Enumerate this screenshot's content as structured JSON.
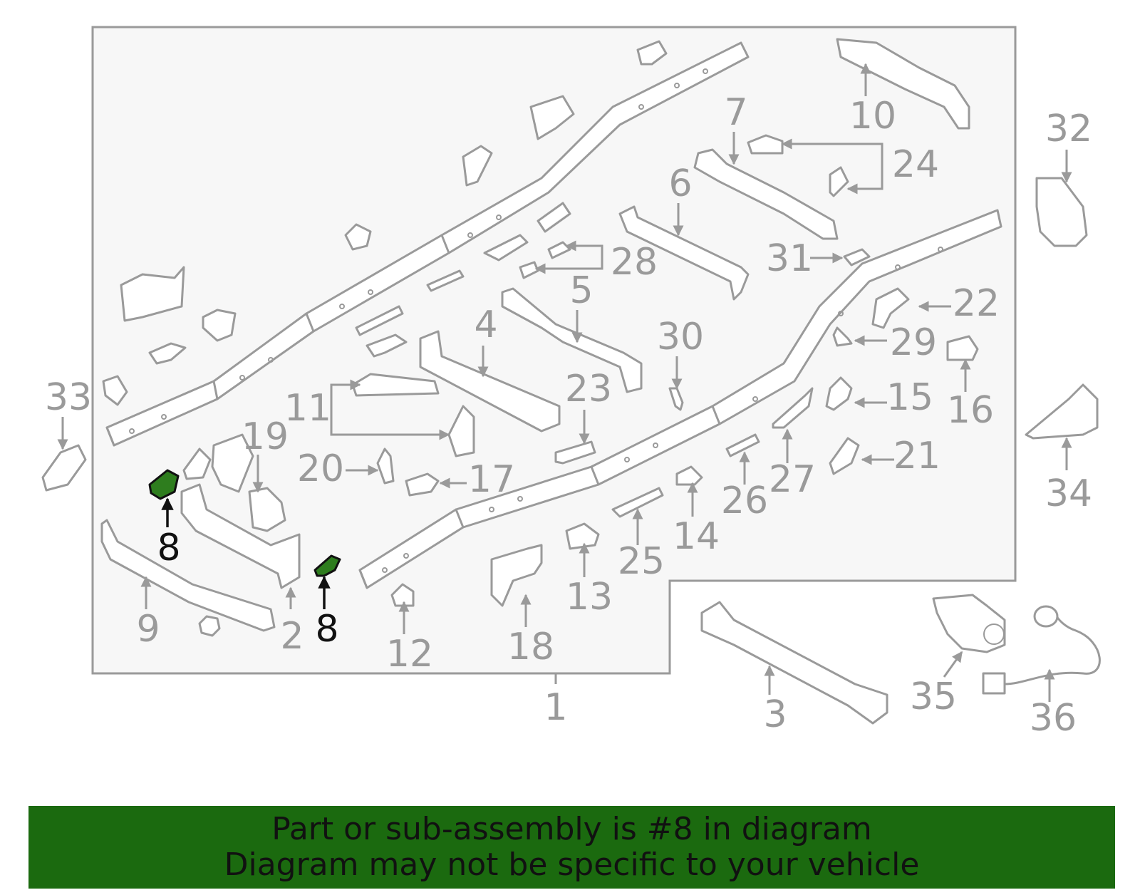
{
  "callouts": {
    "c1": "1",
    "c2": "2",
    "c3": "3",
    "c4": "4",
    "c5": "5",
    "c6": "6",
    "c7": "7",
    "c8a": "8",
    "c8b": "8",
    "c9": "9",
    "c10": "10",
    "c11": "11",
    "c12": "12",
    "c13": "13",
    "c14": "14",
    "c15": "15",
    "c16": "16",
    "c17": "17",
    "c18": "18",
    "c19": "19",
    "c20": "20",
    "c21": "21",
    "c22": "22",
    "c23": "23",
    "c24": "24",
    "c25": "25",
    "c26": "26",
    "c27": "27",
    "c28": "28",
    "c29": "29",
    "c30": "30",
    "c31": "31",
    "c32": "32",
    "c33": "33",
    "c34": "34",
    "c35": "35",
    "c36": "36"
  },
  "highlighted_part": "8",
  "colors": {
    "highlight": "#2e7d1e",
    "banner": "#1b6a0f",
    "line": "#9a9a9a"
  },
  "banner": {
    "line1": "Part or sub-assembly is #8 in diagram",
    "line2": "Diagram may not be specific to your vehicle"
  }
}
